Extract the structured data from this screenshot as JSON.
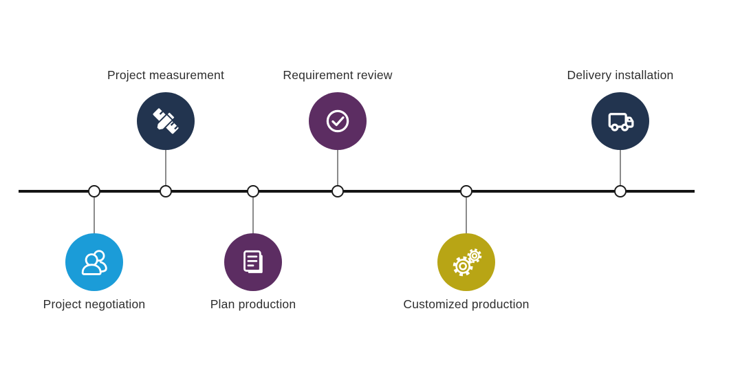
{
  "timeline": {
    "type": "process-timeline",
    "orientation": "horizontal",
    "milestones": [
      {
        "label": "Project negotiation",
        "side": "below",
        "icon": "people-icon",
        "color": "#1b9cd8"
      },
      {
        "label": "Project measurement",
        "side": "above",
        "icon": "ruler-pencil-icon",
        "color": "#22344f"
      },
      {
        "label": "Plan production",
        "side": "below",
        "icon": "document-icon",
        "color": "#5c2d62"
      },
      {
        "label": "Requirement review",
        "side": "above",
        "icon": "check-circle-icon",
        "color": "#5c2d62"
      },
      {
        "label": "Customized production",
        "side": "below",
        "icon": "gears-icon",
        "color": "#b8a515"
      },
      {
        "label": "Delivery installation",
        "side": "above",
        "icon": "truck-icon",
        "color": "#22344f"
      }
    ],
    "axis": {
      "line_color": "#141414",
      "node_fill": "#ffffff",
      "node_border_color": "#1c1c1c",
      "connector_color": "#8a8a8a"
    },
    "label_color": "#2d2d2d",
    "background_color": "#ffffff",
    "icon_color": "#ffffff"
  }
}
